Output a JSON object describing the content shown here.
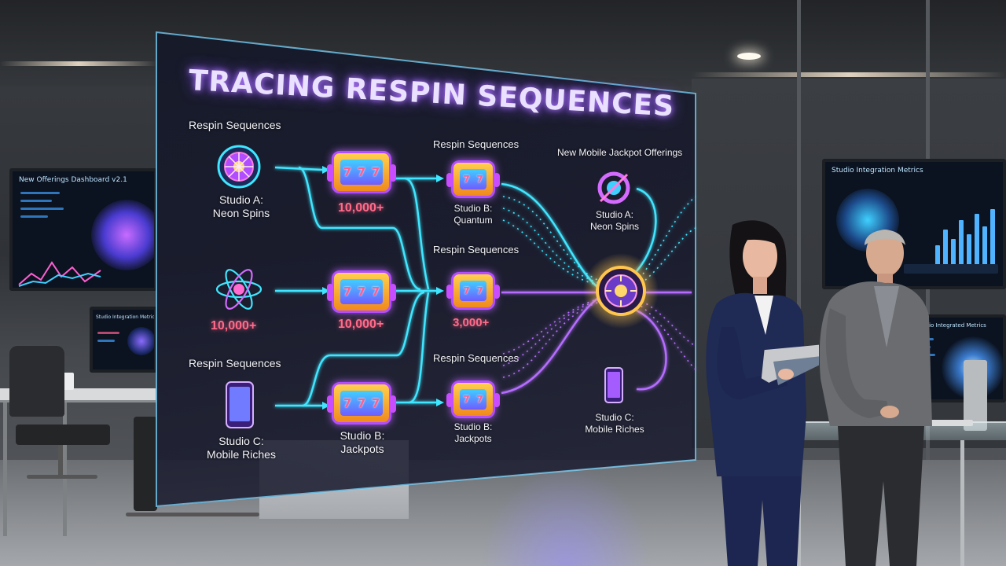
{
  "panel": {
    "title": "TRACING RESPIN SEQUENCES",
    "section_labels": {
      "top_left": "Respin Sequences",
      "middle_top": "Respin Sequences",
      "middle_center": "Respin Sequences",
      "middle_bottom": "Respin Sequences",
      "bottom_left": "Respin Sequences",
      "right_header": "New Mobile Jackpot Offerings"
    },
    "sources": [
      {
        "name_line1": "Studio A:",
        "name_line2": "Neon Spins",
        "icon": "neon-wheel-icon"
      },
      {
        "value": "10,000+",
        "icon": "atom-icon"
      },
      {
        "name_line1": "Studio C:",
        "name_line2": "Mobile Riches",
        "icon": "smartphone-icon"
      }
    ],
    "slots_col1": [
      {
        "value": "10,000+",
        "icon": "slot-machine-icon",
        "reels": "777"
      },
      {
        "value": "10,000+",
        "icon": "slot-machine-icon",
        "reels": "777"
      },
      {
        "name_line1": "Studio B:",
        "name_line2": "Jackpots",
        "icon": "slot-machine-icon",
        "reels": "777"
      }
    ],
    "slots_col2": [
      {
        "name_line1": "Studio B:",
        "name_line2": "Quantum",
        "icon": "slot-machine-icon",
        "reels": "77"
      },
      {
        "value": "3,000+",
        "icon": "slot-machine-icon",
        "reels": "77"
      },
      {
        "name_line1": "Studio B:",
        "name_line2": "Jackpots",
        "icon": "slot-machine-icon",
        "reels": "77"
      }
    ],
    "outputs": [
      {
        "name_line1": "Studio A:",
        "name_line2": "Neon Spins",
        "icon": "neon-ring-icon"
      },
      {
        "name_line1": "Studio C:",
        "name_line2": "Mobile Riches",
        "icon": "smartphone-icon"
      }
    ],
    "hub_icon": "jackpot-hub-icon"
  },
  "background": {
    "left_monitor_title": "New Offerings Dashboard v2.1",
    "left_small_monitor_title": "Studio Integration Metrics",
    "right_monitor_title": "Studio Integration Metrics",
    "desk_monitor_title": "Studio Integrated Metrics"
  },
  "colors": {
    "title_glow": "#b47cff",
    "value_text": "#ff6b8a",
    "flow_cyan": "#3fe6ff",
    "flow_purple": "#b56cff",
    "hub_gold": "#ffc64d"
  }
}
